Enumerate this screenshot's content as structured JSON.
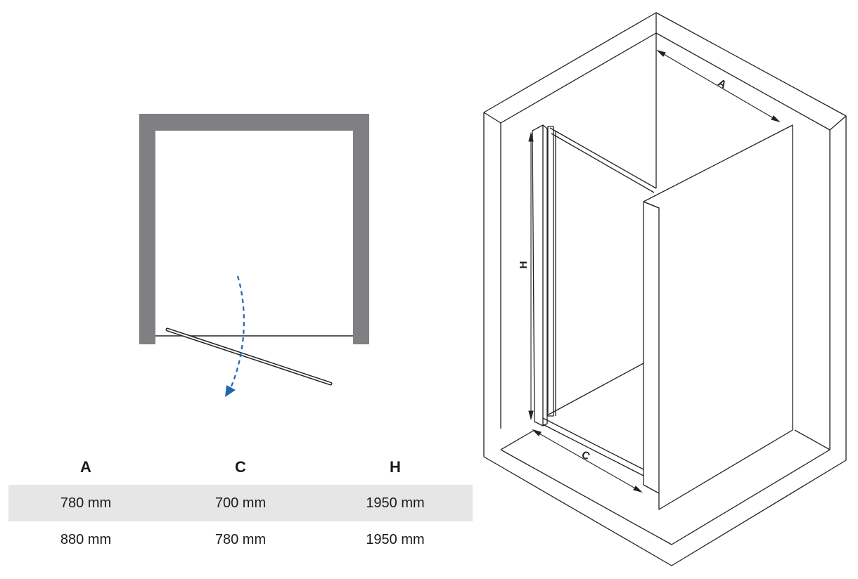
{
  "colors": {
    "wall": "#808083",
    "line": "#222222",
    "arrow": "#1f66b0",
    "row_stripe": "#e6e6e7"
  },
  "iso_labels": {
    "a": "A",
    "c": "C",
    "h": "H"
  },
  "table": {
    "headers": [
      "A",
      "C",
      "H"
    ],
    "rows": [
      [
        "780 mm",
        "700 mm",
        "1950 mm"
      ],
      [
        "880 mm",
        "780 mm",
        "1950 mm"
      ]
    ]
  }
}
